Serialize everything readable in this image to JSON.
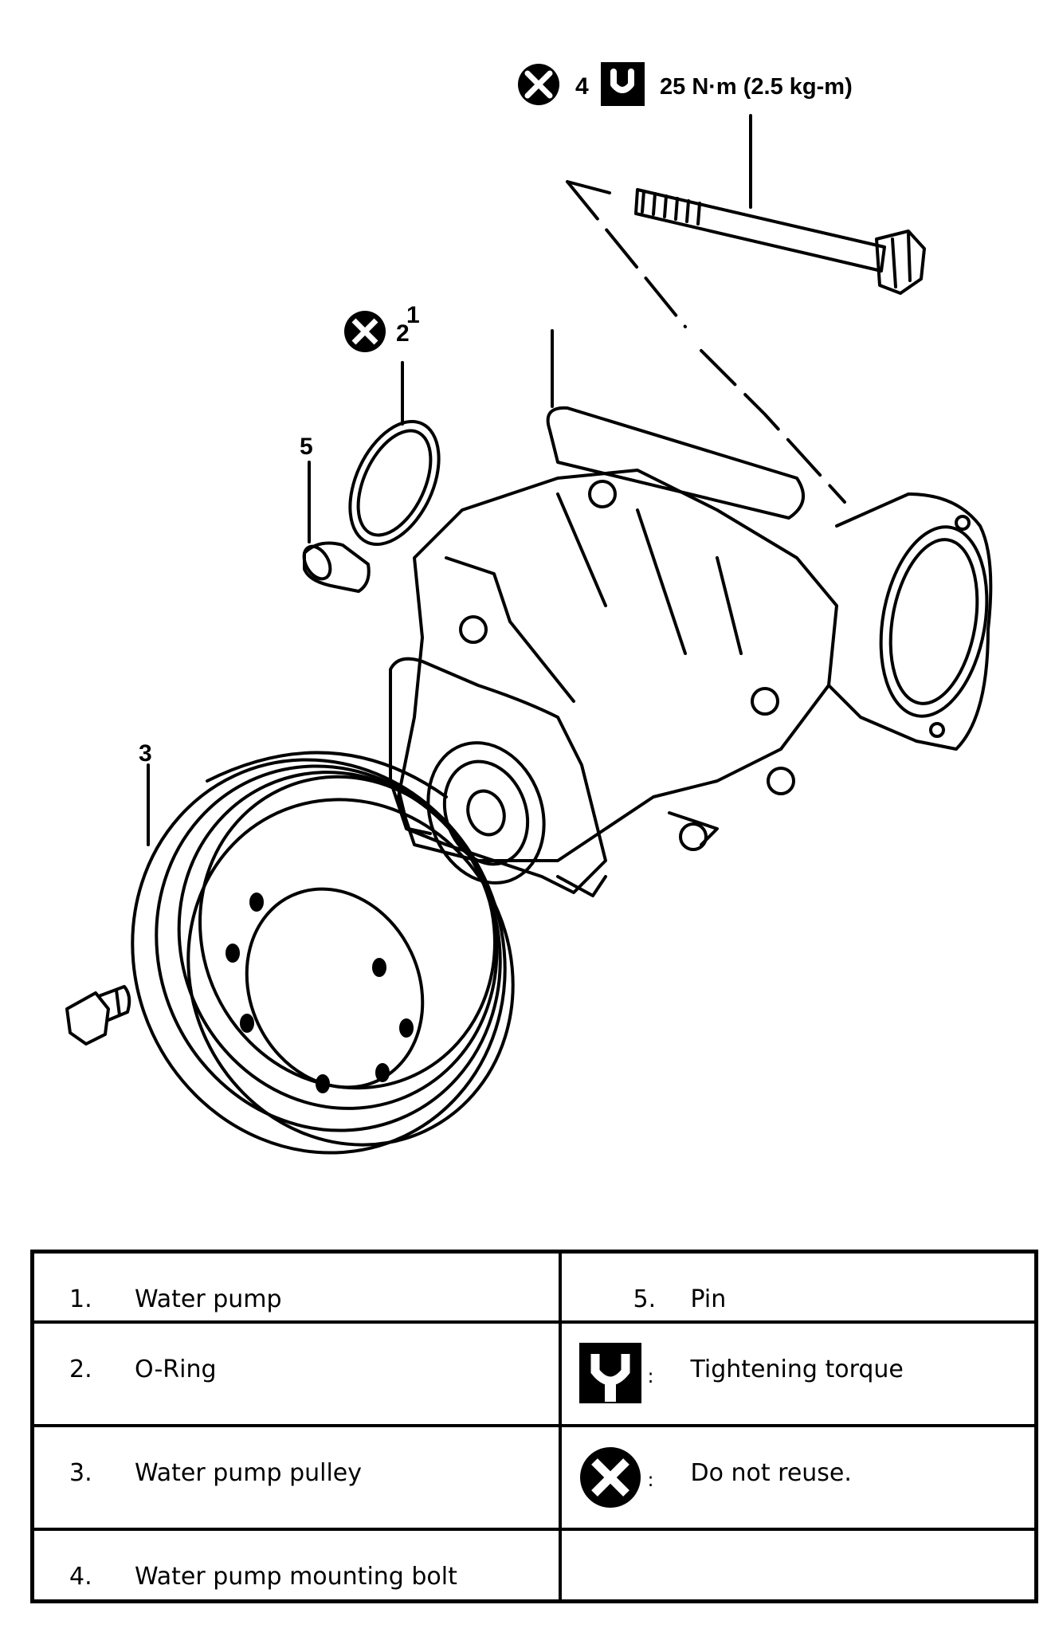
{
  "callouts": {
    "one": "1",
    "two": "2",
    "three": "3",
    "four": "4",
    "five": "5"
  },
  "torque_spec": "25 N·m (2.5 kg-m)",
  "legend": {
    "rows": [
      {
        "left_num": "1.",
        "left_text": "Water pump",
        "right_num": "5.",
        "right_text": "Pin"
      },
      {
        "left_num": "2.",
        "left_text": "O-Ring",
        "right_colon": ":",
        "right_text": "Tightening torque",
        "right_icon": "torque-wrench-icon"
      },
      {
        "left_num": "3.",
        "left_text": "Water pump pulley",
        "right_colon": ":",
        "right_text": "Do not reuse.",
        "right_icon": "do-not-reuse-icon"
      },
      {
        "left_num": "4.",
        "left_text": "Water pump mounting bolt"
      }
    ]
  },
  "colors": {
    "ink": "#000000",
    "paper": "#ffffff"
  }
}
